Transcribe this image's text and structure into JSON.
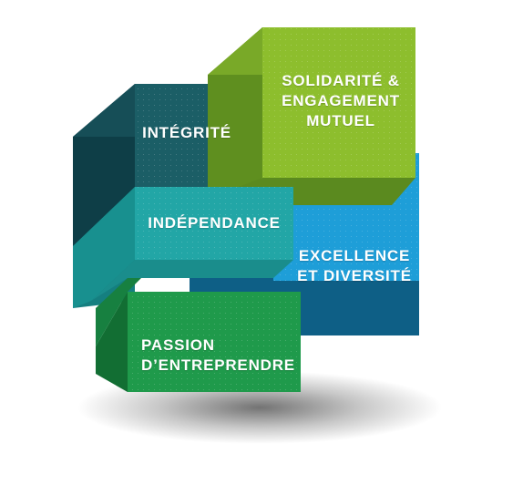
{
  "values": [
    {
      "id": "solidarite",
      "lines": [
        "SOLIDARITÉ &",
        "ENGAGEMENT",
        "MUTUEL"
      ],
      "color": "#8dbe2d"
    },
    {
      "id": "integrite",
      "lines": [
        "INTÉGRITÉ"
      ],
      "color": "#1c5f66"
    },
    {
      "id": "independance",
      "lines": [
        "INDÉPENDANCE"
      ],
      "color": "#22a6a6"
    },
    {
      "id": "excellence",
      "lines": [
        "EXCELLENCE",
        "ET DIVERSITÉ"
      ],
      "color": "#1e9ed8"
    },
    {
      "id": "passion",
      "lines": [
        "PASSION",
        "D’ENTREPRENDRE"
      ],
      "color": "#1f9a4b"
    }
  ]
}
